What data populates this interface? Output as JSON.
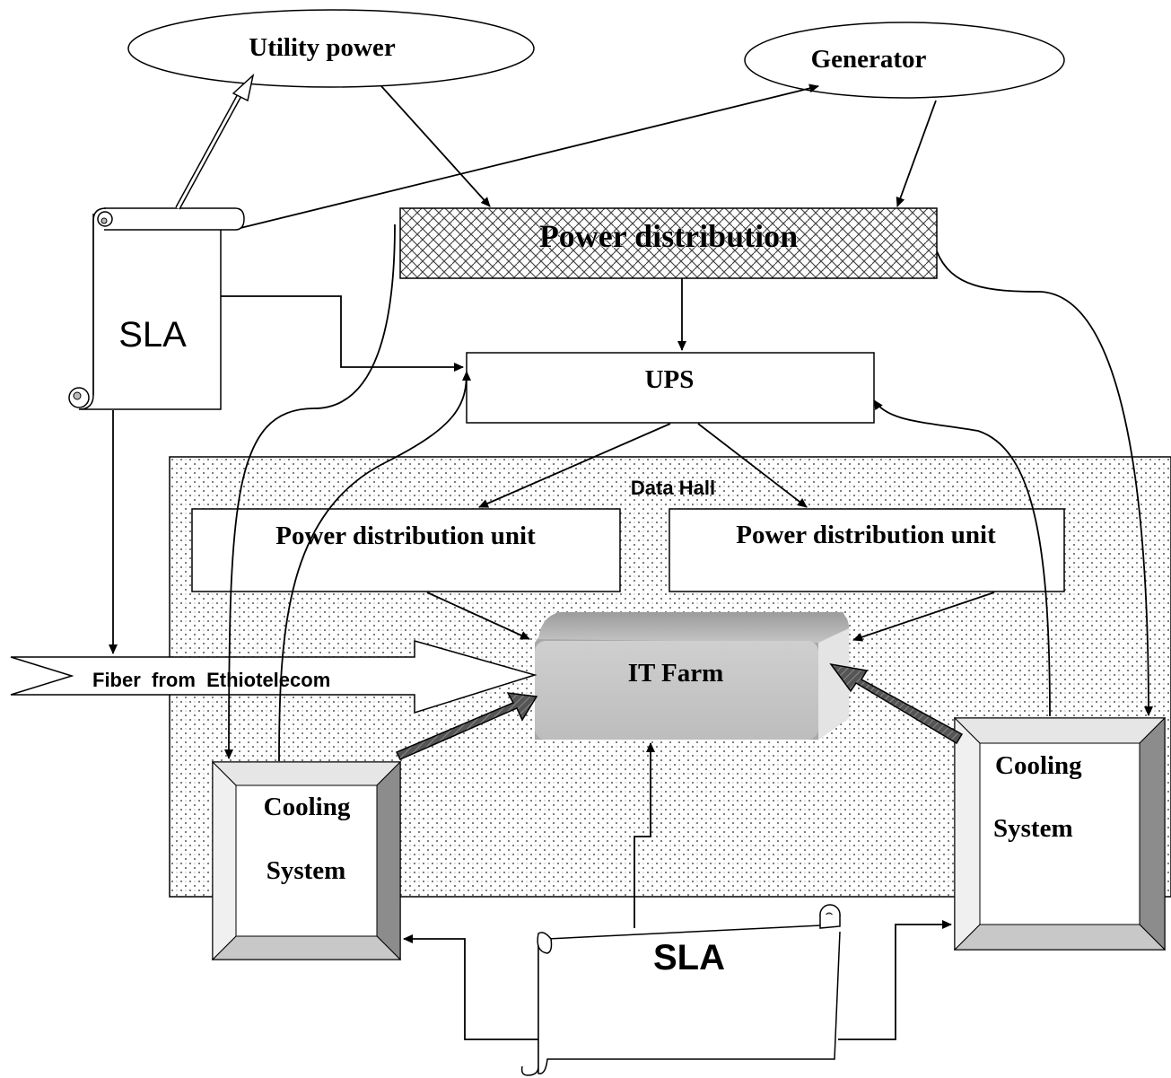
{
  "diagram": {
    "utility_power": "Utility power",
    "generator": "Generator",
    "power_distribution": "Power distribution",
    "ups": "UPS",
    "data_hall": "Data Hall",
    "pdu_left": "Power distribution unit",
    "pdu_right": "Power distribution unit",
    "it_farm": "IT Farm",
    "fiber": "Fiber  from  Ethiotelecom",
    "sla_left": "SLA",
    "sla_bottom": "SLA",
    "cooling_left_line1": "Cooling",
    "cooling_left_line2": "System",
    "cooling_right_line1": "Cooling",
    "cooling_right_line2": "System"
  }
}
